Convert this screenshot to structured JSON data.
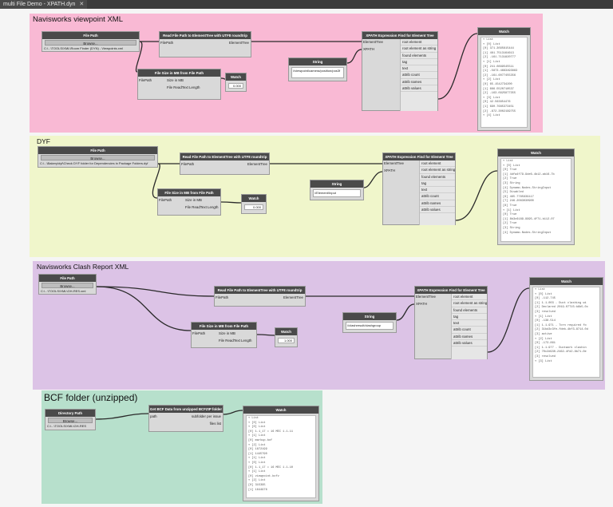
{
  "tab": {
    "title": "multi File Demo - XPATH.dyn",
    "close": "✕"
  },
  "colors": {
    "g1": "#f9b9d4",
    "g2": "#f0f6cb",
    "g3": "#dcc3e6",
    "g4": "#b7e0cc"
  },
  "groups": [
    {
      "title": "Navisworks viewpoint XML"
    },
    {
      "title": "DYF"
    },
    {
      "title": "Navisworks Clash Report XML"
    },
    {
      "title": "BCF folder (unzipped)"
    }
  ],
  "labels": {
    "file_path": "File Path",
    "directory_path": "Directory Path",
    "browse": "Browse...",
    "read_xml": "Read File Path to ElementTree with UTF8 roundtrip",
    "file_size": "File Size in MB from File Path",
    "watch": "Watch",
    "string": "String",
    "xpath_find": "XPATH Expression Find for Element Tree",
    "bcf_node": "Get BCF Data from unzipped BCFZIP folder",
    "filepath_port": "FilePath",
    "elementtree_port": "ElementTree",
    "xpath_port": "XPATH",
    "path_port": "path",
    "size_mb": "Size in MB",
    "file_readtext_length": "File ReadText Length",
    "root_element": "root element",
    "root_element_as_string": "root element as string",
    "found_elements": "found elements",
    "tag": "tag",
    "text": "text",
    "attrib_count": "attrib count",
    "attrib_names": "attrib names",
    "attrib_values": "attrib values",
    "subfolder_per_issue": "subfolder per issue",
    "files_list": "files list"
  },
  "paths": {
    "g1": "C:\\...\\TOOLS\\XML\\Room Finder (DYN) - Viewpoints.xml",
    "g2": "C:\\...\\Bakery\\dyf\\Check DYF folder for Dependencies in Package Folders.dyf",
    "g3": "C:\\...\\TOOLS\\XML\\GH-RES.xml",
    "g4": "C:\\...\\TOOLS\\XML\\GH-RES"
  },
  "strings": {
    "g1": "//viewpoint/camera/position/pos3f",
    "g2": "//Element/Input",
    "g3": "//clashresult/clashgroup"
  },
  "sizes": {
    "g1": "0.000",
    "g2": "0.000",
    "g3": "1.000"
  },
  "watch_main": {
    "g1": [
      "▾ List",
      "  ▾ [0] List",
      "    [0] 371.3095615444",
      "    [1] 481.7513164613",
      "    [2] -161.7131820777",
      "  ▾ [1] List",
      "    [0] 241.0889545511",
      "    [1] -5873.4663493883",
      "    [2] -161.6077455356",
      "  ▾ [2] List",
      "    [0] 65.1542734200",
      "    [1] 666.5520718537",
      "    [2] -163.0925877355",
      "  ▾ [3] List",
      "    [0] 42.563854476",
      "    [1] 690.7685373451",
      "    [2] -872.3002199755",
      "  ▾ [4] List"
    ],
    "g2": [
      "▾ List",
      "  ▾ [0] List",
      "    [0] True",
      "    [1] 4dfa4f79-9de6-4b12-ab16-7b",
      "    [2] True",
      "    [3] String",
      "    [4] Dynamo.Nodes.StringInput",
      "    [5] Disabled",
      "    [6] 465.7785939117",
      "    [7] 246.2083030900",
      "    [8] True",
      "  ▾ [1] List",
      "    [0] True",
      "    [1] 8b3c6189-9995-4f71-b112-07",
      "    [2] True",
      "    [3] String",
      "    [4] Dynamo.Nodes.StringInput"
    ],
    "g3": [
      "▾ List",
      "  ▾ [0] List",
      "    [0] -112.745",
      "    [1] 1.1-003  - Duct clashing wi",
      "    [2] Declared 2019-07T15:b6b5-0c",
      "    [3] resolved",
      "  ▾ [1] List",
      "    [0] -138.514",
      "    [1] 1.1-971  - Torn required fo",
      "    [2] 31bd3c3fe-fdeb-4bf3-8714-0d",
      "    [3] active",
      "  ▾ [2] List",
      "    [0] -173.861",
      "    [1] 1.1-977  - Ductwork clashin",
      "    [2] 70c2d930-2462-4fd2-8b71-0e",
      "    [3] resolved",
      "  ▾ [3] List"
    ],
    "g4": [
      "▾ List",
      "  ▾ [0] List",
      "    ▾ [0] List",
      "      [0] 1.1_17 = 16 MEC 1.1-11",
      "      ▾ [1] List",
      "        [0] markup.bcf",
      "      ▾ [2] List",
      "        [0] 1872199",
      "        [1] 1445790",
      "  ▾ [1] List",
      "    ▾ [0] List",
      "      [0] 1.1_17 = 16 MEC 1.1-10",
      "      ▾ [1] List",
      "        [0] viewpoint.bcfv",
      "      ▾ [2] List",
      "        [0] 315395",
      "        [1] 1644976"
    ]
  }
}
